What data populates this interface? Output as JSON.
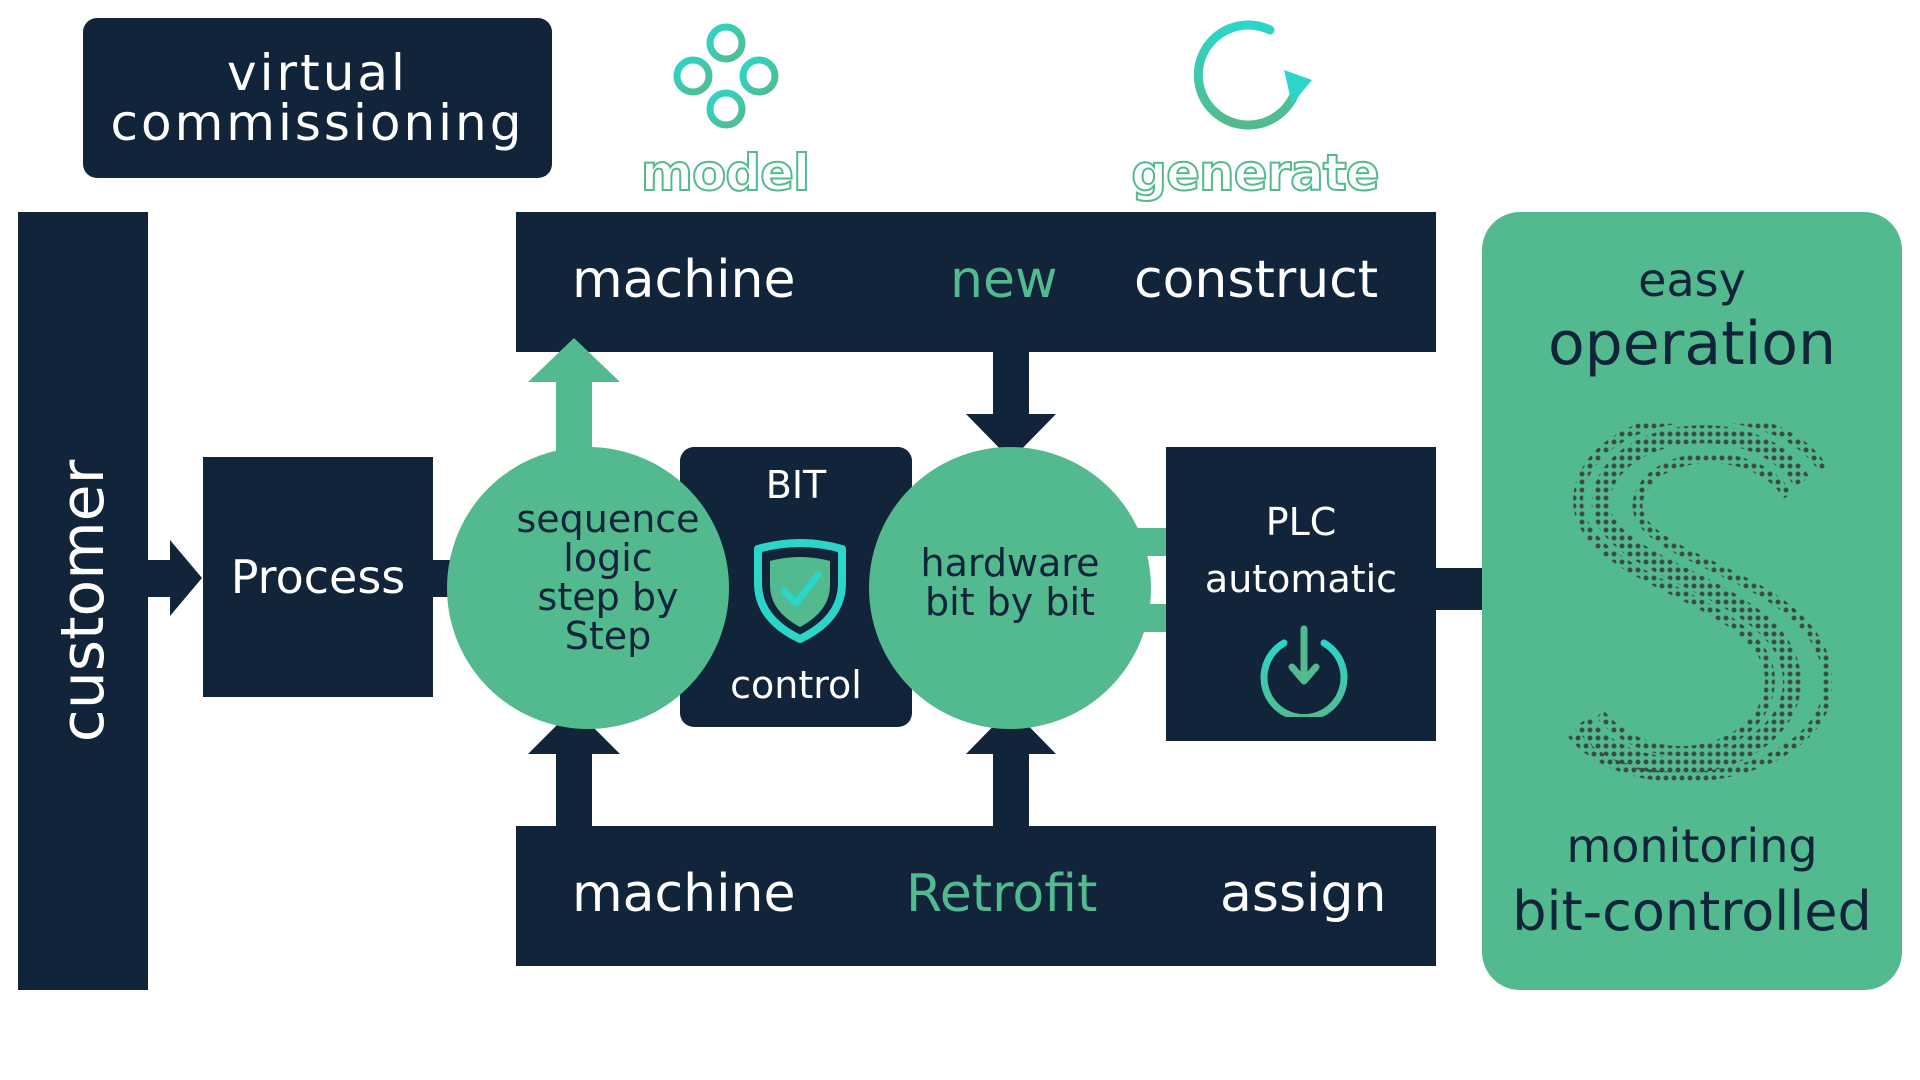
{
  "header": {
    "virtual_commissioning": "virtual\ncommissioning",
    "model_label": "model",
    "generate_label": "generate",
    "model_icon": "four-circles-icon",
    "generate_icon": "cycle-arrow-icon"
  },
  "left_bar": {
    "label": "customer"
  },
  "top_bar": {
    "left": "machine",
    "middle": "new",
    "right": "construct"
  },
  "bottom_bar": {
    "left": "machine",
    "middle": "Retrofit",
    "right": "assign"
  },
  "process": {
    "label": "Process"
  },
  "sequence": {
    "label": "sequence\nlogic\nstep by\nStep"
  },
  "bit_control": {
    "top": "BIT",
    "bottom": "control",
    "icon": "shield-check-icon"
  },
  "hardware": {
    "label": "hardware\nbit by bit"
  },
  "plc": {
    "top": "PLC",
    "middle": "automatic",
    "icon": "power-icon"
  },
  "operation_panel": {
    "line1": "easy",
    "line2": "operation",
    "line3": "monitoring",
    "line4": "bit-controlled",
    "logo": "dotted-s-logo"
  },
  "colors": {
    "navy": "#11243a",
    "green": "#53ba8f",
    "cyan": "#2bd6c8"
  }
}
